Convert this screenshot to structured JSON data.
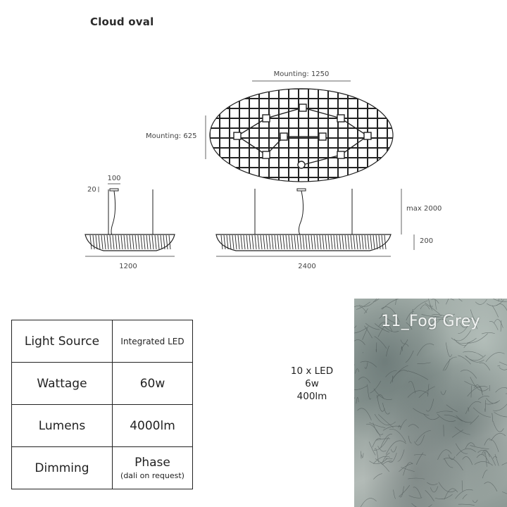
{
  "title": "Cloud oval",
  "dimensions": {
    "mounting_width": "Mounting: 1250",
    "mounting_height": "Mounting: 625",
    "canopy_width": "100",
    "canopy_height": "20",
    "small_length": "1200",
    "large_length": "2400",
    "max_drop": "max 2000",
    "body_height": "200"
  },
  "specs": [
    {
      "key": "Light Source",
      "value": "Integrated LED",
      "note": ""
    },
    {
      "key": "Wattage",
      "value": "60w",
      "note": ""
    },
    {
      "key": "Lumens",
      "value": "4000lm",
      "note": ""
    },
    {
      "key": "Dimming",
      "value": "Phase",
      "note": "(dali on request)"
    }
  ],
  "module": {
    "line1": "10 x LED",
    "line2": "6w",
    "line3": "400lm"
  },
  "finish": {
    "label": "11_Fog Grey",
    "color": "#9aa5a1"
  }
}
